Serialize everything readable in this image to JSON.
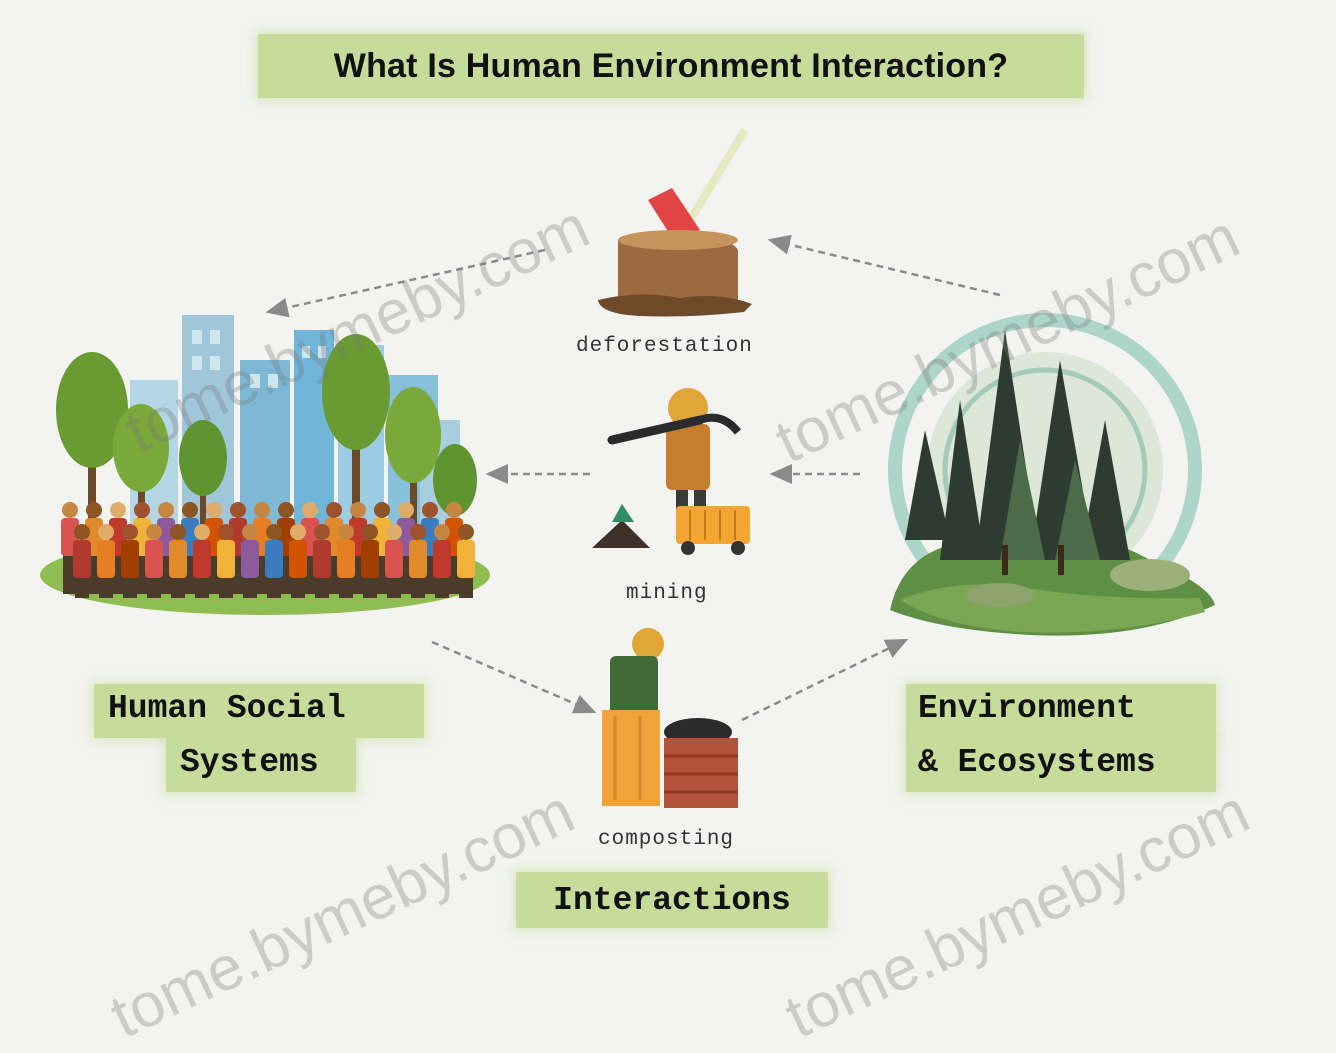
{
  "title": "What Is Human Environment Interaction?",
  "nodes": {
    "human": {
      "line1": "Human Social",
      "line2": "Systems"
    },
    "environment": {
      "line1": "Environment",
      "line2": "& Ecosystems"
    },
    "interactions": "Interactions"
  },
  "examples": {
    "deforestation": "deforestation",
    "mining": "mining",
    "composting": "composting"
  },
  "watermark": "tome.bymeby.com",
  "colors": {
    "label_bg": "#c6dc9b",
    "background": "#f3f4f1",
    "tree_green": "#6a9a32",
    "forest_dark": "#2e3b30",
    "building_blue": "#6fb6d8"
  }
}
